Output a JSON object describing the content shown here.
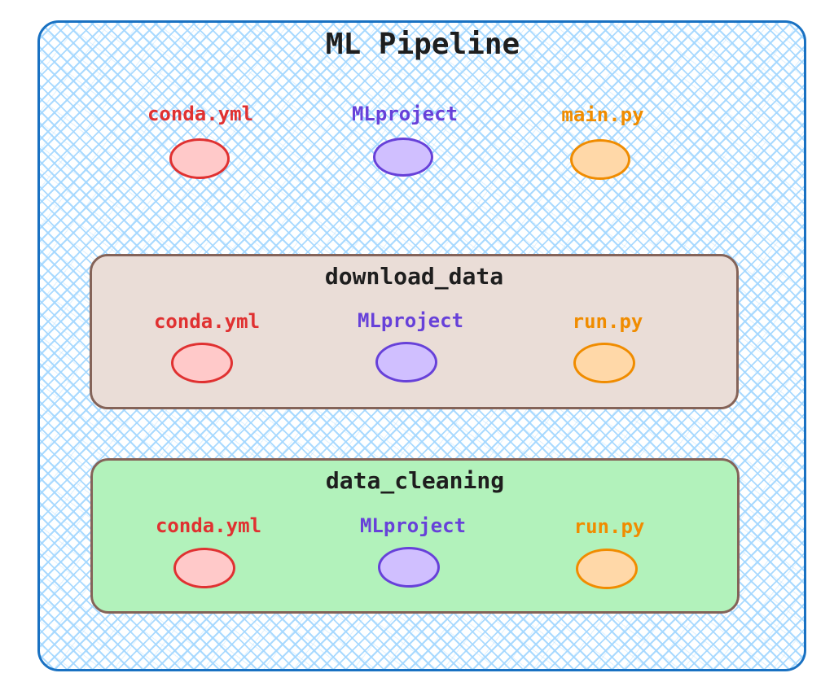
{
  "diagram": {
    "title": "ML Pipeline",
    "colors": {
      "container_border": "#1971c2",
      "container_hatch": "#a5d8ff",
      "stage_border": "#846358",
      "red_stroke": "#e03131",
      "red_fill": "#ffc9c9",
      "purple_stroke": "#6741d9",
      "purple_fill": "#d0bfff",
      "orange_stroke": "#f08c00",
      "orange_fill": "#ffd8a8"
    },
    "root_files": [
      {
        "label": "conda.yml",
        "color": "red"
      },
      {
        "label": "MLproject",
        "color": "purple"
      },
      {
        "label": "main.py",
        "color": "orange"
      }
    ],
    "stages": [
      {
        "name": "download_data",
        "fill": "#eaddd7",
        "files": [
          {
            "label": "conda.yml",
            "color": "red"
          },
          {
            "label": "MLproject",
            "color": "purple"
          },
          {
            "label": "run.py",
            "color": "orange"
          }
        ]
      },
      {
        "name": "data_cleaning",
        "fill": "#b2f2bb",
        "files": [
          {
            "label": "conda.yml",
            "color": "red"
          },
          {
            "label": "MLproject",
            "color": "purple"
          },
          {
            "label": "run.py",
            "color": "orange"
          }
        ]
      }
    ]
  }
}
